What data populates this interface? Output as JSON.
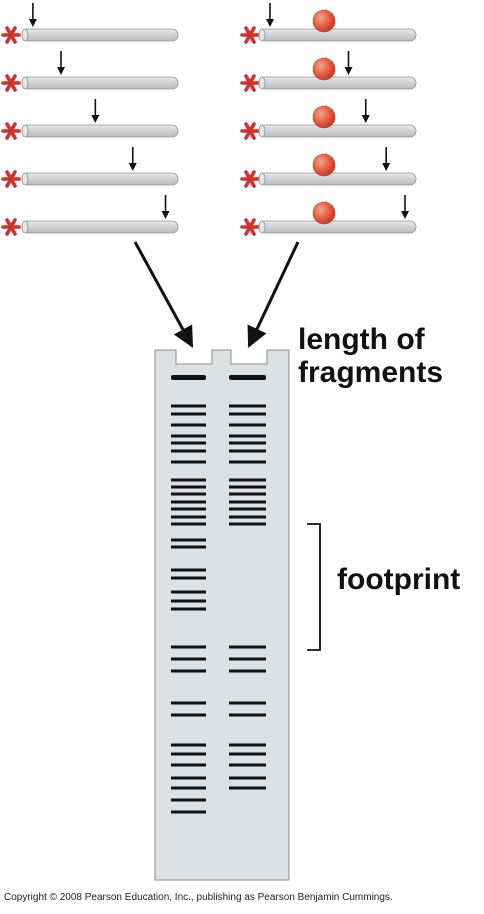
{
  "labels": {
    "length_of_fragments": "length of fragments",
    "footprint": "footprint"
  },
  "copyright": "Copyright © 2008 Pearson Education, Inc., publishing as Pearson Benjamin Cummings.",
  "icons": {
    "end_label": "red-asterisk-icon",
    "cut_site": "down-arrow-icon",
    "bound_protein": "red-sphere-icon"
  },
  "colors": {
    "asterisk": "#d32f2f",
    "protein": "#e65a3c",
    "dna": "#cfd2d4",
    "gel": "#dfe0e2",
    "band": "#111111"
  },
  "dna_panels": [
    {
      "id": "without-protein",
      "cut_fractions": [
        0.07,
        0.25,
        0.47,
        0.71,
        0.92
      ],
      "protein": false
    },
    {
      "id": "with-protein",
      "cut_fractions": [
        0.07,
        0.57,
        0.68,
        0.81,
        0.93
      ],
      "protein": true
    }
  ],
  "gel": {
    "lanes": [
      {
        "id": "without-protein",
        "band_count": 33
      },
      {
        "id": "with-protein",
        "band_count": 24
      }
    ]
  }
}
